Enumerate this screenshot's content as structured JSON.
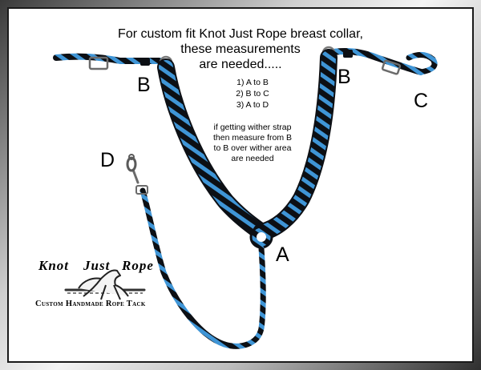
{
  "headline": {
    "line1": "For custom fit Knot Just Rope breast collar,",
    "line2": "these measurements",
    "line3": "are needed....."
  },
  "measurements": [
    "1) A to B",
    "2) B to C",
    "3) A to D"
  ],
  "wither_note": {
    "line1": "if getting wither strap",
    "line2": "then measure from B",
    "line3": "to B over wither area",
    "line4": "are needed"
  },
  "labels": {
    "b_left": "B",
    "b_right": "B",
    "c": "C",
    "d": "D",
    "a": "A"
  },
  "logo": {
    "word1": "Knot",
    "word2": "Just",
    "word3": "Rope",
    "tagline": "Custom Handmade Rope Tack"
  },
  "colors": {
    "rope_black": "#0c0f14",
    "rope_blue": "#3f95d6",
    "frame_dark": "#2f2f2f"
  }
}
